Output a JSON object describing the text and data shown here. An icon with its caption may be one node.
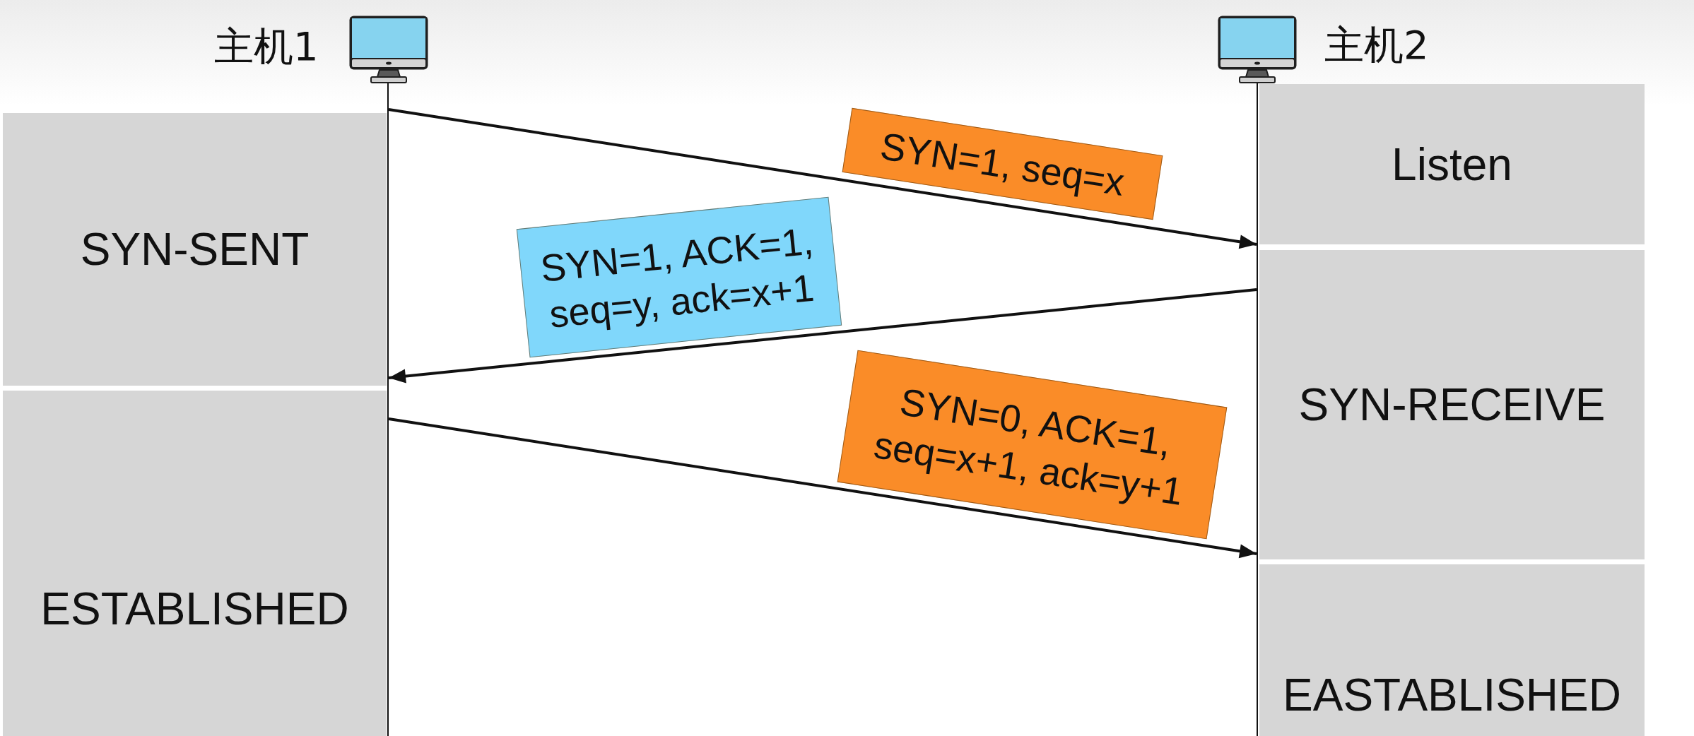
{
  "diagram": {
    "nodes": [
      {
        "text": [],
        "shape": "picture",
        "beside": [
          "主机1"
        ]
      },
      {
        "text": [],
        "shape": "picture",
        "beside": [
          "主机2"
        ]
      },
      {
        "text": [],
        "shape": "line"
      },
      {
        "text": [],
        "shape": "line"
      },
      {
        "text": [
          "SYN-SENT"
        ]
      },
      {
        "text": [
          "ESTABLISHED"
        ]
      },
      {
        "text": [
          "Listen"
        ]
      },
      {
        "text": [
          "SYN-RECEIVE"
        ]
      },
      {
        "text": [
          "EASTABLISHED"
        ]
      }
    ],
    "edges": [
      {
        "from": 2,
        "to": 3,
        "arrow": "to",
        "label": "SYN=1, seq=x"
      },
      {
        "from": 3,
        "to": 2,
        "arrow": "to",
        "label": "SYN=1, ACK=1, seq=y, ack=x+1"
      },
      {
        "from": 2,
        "to": 3,
        "arrow": "to",
        "label": "SYN=0, ACK=1, seq=x+1, ack=y+1"
      }
    ]
  }
}
